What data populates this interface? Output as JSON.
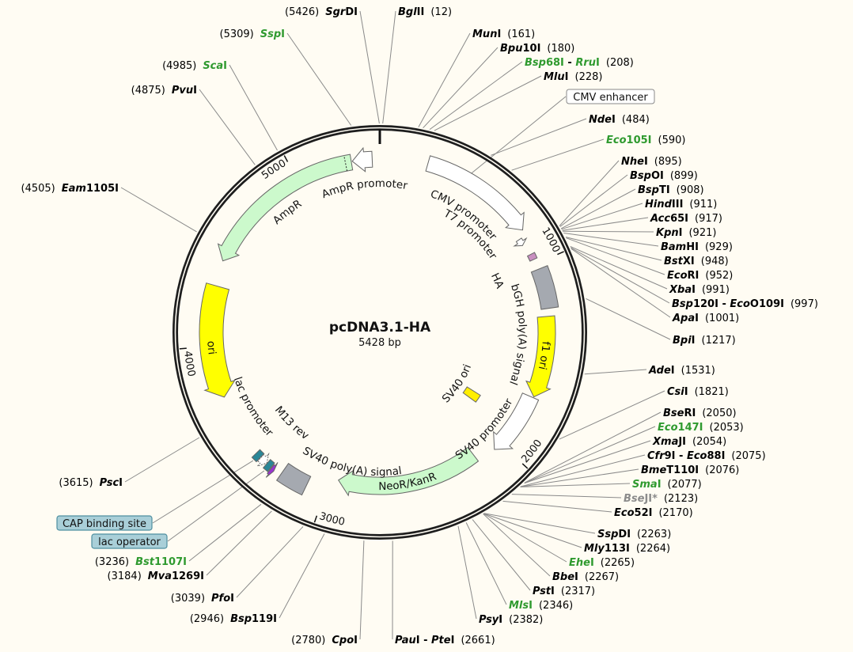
{
  "plasmid": {
    "name": "pcDNA3.1-HA",
    "length_label": "5428 bp",
    "length": 5428
  },
  "ticks": [
    "1000",
    "2000",
    "3000",
    "4000",
    "5000"
  ],
  "colors": {
    "black": "#000000",
    "green": "#2f9a2f",
    "gray": "#8c8c8c"
  },
  "features": [
    {
      "label": "AmpR promoter",
      "start": 5290,
      "end": 5390,
      "strand": -1,
      "fill": "#ffffff"
    },
    {
      "label": "AmpR",
      "start": 4440,
      "end": 5285,
      "strand": -1,
      "fill": "#ccf9cc"
    },
    {
      "label": "CMV promoter",
      "start": 240,
      "end": 820,
      "strand": 1,
      "fill": "#ffffff"
    },
    {
      "label": "T7 promoter",
      "start": 850,
      "end": 885,
      "strand": 1,
      "fill": "#ffffff"
    },
    {
      "label": "HA",
      "start": 945,
      "end": 975,
      "strand": 0,
      "fill": "#c98fc0"
    },
    {
      "label": "bGH poly(A) signal",
      "start": 1030,
      "end": 1235,
      "strand": 0,
      "fill": "#a5a9b0"
    },
    {
      "label": "f1 ori",
      "start": 1275,
      "end": 1700,
      "strand": 1,
      "fill": "#ffff00"
    },
    {
      "label": "SV40 promoter",
      "start": 1705,
      "end": 2045,
      "strand": 1,
      "fill": "#ffffff"
    },
    {
      "label": "SV40 ori",
      "start": 1840,
      "end": 1900,
      "strand": 0,
      "fill": "#ffee00"
    },
    {
      "label": "NeoR/KanR",
      "start": 2150,
      "end": 2950,
      "strand": 1,
      "fill": "#ccf9cc"
    },
    {
      "label": "SV40 poly(A) signal",
      "start": 3100,
      "end": 3240,
      "strand": 0,
      "fill": "#a5a9b0"
    },
    {
      "label": "M13 rev",
      "start": 3278,
      "end": 3296,
      "strand": -1,
      "fill": "#9a33d0"
    },
    {
      "label": "lac promoter",
      "start": 3330,
      "end": 3370,
      "strand": -1,
      "fill": "#ffffff"
    },
    {
      "label": "lac operator",
      "start": 3300,
      "end": 3328,
      "strand": 0,
      "fill": "#2a8797"
    },
    {
      "label": "CAP binding site",
      "start": 3372,
      "end": 3402,
      "strand": 0,
      "fill": "#2a8797"
    },
    {
      "label": "ori",
      "start": 3730,
      "end": 4310,
      "strand": -1,
      "fill": "#ffff00"
    }
  ],
  "callouts": [
    {
      "label": "CMV enhancer",
      "bp": 430
    },
    {
      "label": "CAP binding site",
      "bp": 3387
    },
    {
      "label": "lac operator",
      "bp": 3315
    }
  ],
  "enzymes": [
    {
      "names": [
        [
          "Sgr",
          "DI"
        ]
      ],
      "pos": "5426",
      "c": "black"
    },
    {
      "names": [
        [
          "Bgl",
          "II"
        ]
      ],
      "pos": "12",
      "c": "black"
    },
    {
      "names": [
        [
          "Ssp",
          "I"
        ]
      ],
      "pos": "5309",
      "c": "green"
    },
    {
      "names": [
        [
          "Mun",
          "I"
        ]
      ],
      "pos": "161",
      "c": "black"
    },
    {
      "names": [
        [
          "Bpu",
          "10I"
        ]
      ],
      "pos": "180",
      "c": "black"
    },
    {
      "names": [
        [
          "Bsp",
          "68I"
        ],
        [
          "Rru",
          "I"
        ]
      ],
      "pos": "208",
      "c": "green"
    },
    {
      "names": [
        [
          "Mlu",
          "I"
        ]
      ],
      "pos": "228",
      "c": "black"
    },
    {
      "names": [
        [
          "Sca",
          "I"
        ]
      ],
      "pos": "4985",
      "c": "green"
    },
    {
      "names": [
        [
          "Pvu",
          "I"
        ]
      ],
      "pos": "4875",
      "c": "black"
    },
    {
      "names": [
        [
          "Nde",
          "I"
        ]
      ],
      "pos": "484",
      "c": "black"
    },
    {
      "names": [
        [
          "Eco",
          "105I"
        ]
      ],
      "pos": "590",
      "c": "green"
    },
    {
      "names": [
        [
          "Nhe",
          "I"
        ]
      ],
      "pos": "895",
      "c": "black"
    },
    {
      "names": [
        [
          "Bsp",
          "OI"
        ]
      ],
      "pos": "899",
      "c": "black"
    },
    {
      "names": [
        [
          "Bsp",
          "TI"
        ]
      ],
      "pos": "908",
      "c": "black"
    },
    {
      "names": [
        [
          "Hind",
          "III"
        ]
      ],
      "pos": "911",
      "c": "black"
    },
    {
      "names": [
        [
          "Acc",
          "65I"
        ]
      ],
      "pos": "917",
      "c": "black"
    },
    {
      "names": [
        [
          "Kpn",
          "I"
        ]
      ],
      "pos": "921",
      "c": "black"
    },
    {
      "names": [
        [
          "Bam",
          "HI"
        ]
      ],
      "pos": "929",
      "c": "black"
    },
    {
      "names": [
        [
          "Bst",
          "XI"
        ]
      ],
      "pos": "948",
      "c": "black"
    },
    {
      "names": [
        [
          "Eco",
          "RI"
        ]
      ],
      "pos": "952",
      "c": "black"
    },
    {
      "names": [
        [
          "Xba",
          "I"
        ]
      ],
      "pos": "991",
      "c": "black"
    },
    {
      "names": [
        [
          "Bsp",
          "120I"
        ],
        [
          "Eco",
          "O109I"
        ]
      ],
      "pos": "997",
      "c": "black"
    },
    {
      "names": [
        [
          "Apa",
          "I"
        ]
      ],
      "pos": "1001",
      "c": "black"
    },
    {
      "names": [
        [
          "Bpi",
          "I"
        ]
      ],
      "pos": "1217",
      "c": "black"
    },
    {
      "names": [
        [
          "Ade",
          "I"
        ]
      ],
      "pos": "1531",
      "c": "black"
    },
    {
      "names": [
        [
          "Csi",
          "I"
        ]
      ],
      "pos": "1821",
      "c": "black"
    },
    {
      "names": [
        [
          "Bse",
          "RI"
        ]
      ],
      "pos": "2050",
      "c": "black"
    },
    {
      "names": [
        [
          "Eco",
          "147I"
        ]
      ],
      "pos": "2053",
      "c": "green"
    },
    {
      "names": [
        [
          "Xma",
          "JI"
        ]
      ],
      "pos": "2054",
      "c": "black"
    },
    {
      "names": [
        [
          "Cfr",
          "9I"
        ],
        [
          "Eco",
          "88I"
        ]
      ],
      "pos": "2075",
      "c": "black"
    },
    {
      "names": [
        [
          "Bme",
          "T110I"
        ]
      ],
      "pos": "2076",
      "c": "black"
    },
    {
      "names": [
        [
          "Sma",
          "I"
        ]
      ],
      "pos": "2077",
      "c": "green"
    },
    {
      "names": [
        [
          "Bse",
          "JI*"
        ]
      ],
      "pos": "2123",
      "c": "gray"
    },
    {
      "names": [
        [
          "Eco",
          "52I"
        ]
      ],
      "pos": "2170",
      "c": "black"
    },
    {
      "names": [
        [
          "Ssp",
          "DI"
        ]
      ],
      "pos": "2263",
      "c": "black"
    },
    {
      "names": [
        [
          "Mly",
          "113I"
        ]
      ],
      "pos": "2264",
      "c": "black"
    },
    {
      "names": [
        [
          "Ehe",
          "I"
        ]
      ],
      "pos": "2265",
      "c": "green"
    },
    {
      "names": [
        [
          "Bbe",
          "I"
        ]
      ],
      "pos": "2267",
      "c": "black"
    },
    {
      "names": [
        [
          "Pst",
          "I"
        ]
      ],
      "pos": "2317",
      "c": "black"
    },
    {
      "names": [
        [
          "Mls",
          "I"
        ]
      ],
      "pos": "2346",
      "c": "green"
    },
    {
      "names": [
        [
          "Psy",
          "I"
        ]
      ],
      "pos": "2382",
      "c": "black"
    },
    {
      "names": [
        [
          "Pau",
          "I"
        ],
        [
          "Pte",
          "I"
        ]
      ],
      "pos": "2661",
      "c": "black"
    },
    {
      "names": [
        [
          "Cpo",
          "I"
        ]
      ],
      "pos": "2780",
      "c": "black"
    },
    {
      "names": [
        [
          "Bsp",
          "119I"
        ]
      ],
      "pos": "2946",
      "c": "black"
    },
    {
      "names": [
        [
          "Pfo",
          "I"
        ]
      ],
      "pos": "3039",
      "c": "black"
    },
    {
      "names": [
        [
          "Mva",
          "1269I"
        ]
      ],
      "pos": "3184",
      "c": "black"
    },
    {
      "names": [
        [
          "Bst",
          "1107I"
        ]
      ],
      "pos": "3236",
      "c": "green"
    },
    {
      "names": [
        [
          "Psc",
          "I"
        ]
      ],
      "pos": "3615",
      "c": "black"
    },
    {
      "names": [
        [
          "Eam",
          "1105I"
        ]
      ],
      "pos": "4505",
      "c": "black"
    }
  ]
}
